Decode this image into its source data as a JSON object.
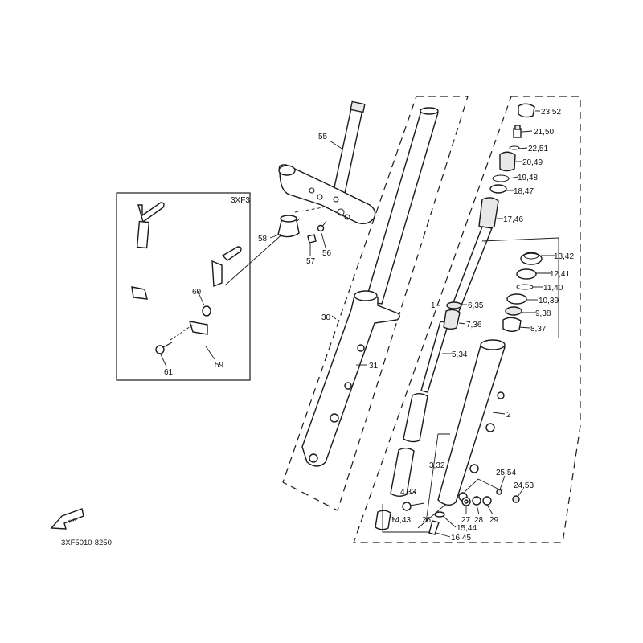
{
  "diagram": {
    "type": "exploded-parts-diagram",
    "subject": "front fork assembly",
    "inset_box_code": "3XF3",
    "drawing_code": "3XF5010-8250",
    "direction_arrow_label": "FWD",
    "callouts": [
      {
        "id": "c55",
        "label": "55"
      },
      {
        "id": "c58",
        "label": "58"
      },
      {
        "id": "c57",
        "label": "57"
      },
      {
        "id": "c56",
        "label": "56"
      },
      {
        "id": "c60",
        "label": "60"
      },
      {
        "id": "c59",
        "label": "59"
      },
      {
        "id": "c61",
        "label": "61"
      },
      {
        "id": "c30",
        "label": "30"
      },
      {
        "id": "c31",
        "label": "31"
      },
      {
        "id": "c1",
        "label": "1"
      },
      {
        "id": "c23",
        "label": "23,52"
      },
      {
        "id": "c21",
        "label": "21,50"
      },
      {
        "id": "c22",
        "label": "22,51"
      },
      {
        "id": "c20",
        "label": "20,49"
      },
      {
        "id": "c19",
        "label": "19,48"
      },
      {
        "id": "c18",
        "label": "18,47"
      },
      {
        "id": "c17",
        "label": "17,46"
      },
      {
        "id": "c13",
        "label": "13,42"
      },
      {
        "id": "c12",
        "label": "12,41"
      },
      {
        "id": "c11",
        "label": "11,40"
      },
      {
        "id": "c10",
        "label": "10,39"
      },
      {
        "id": "c9",
        "label": "9,38"
      },
      {
        "id": "c8",
        "label": "8,37"
      },
      {
        "id": "c6",
        "label": "6,35"
      },
      {
        "id": "c7",
        "label": "7,36"
      },
      {
        "id": "c5",
        "label": "5,34"
      },
      {
        "id": "c2",
        "label": "2"
      },
      {
        "id": "c3",
        "label": "3,32"
      },
      {
        "id": "c4",
        "label": "4,33"
      },
      {
        "id": "c14",
        "label": "14,43"
      },
      {
        "id": "c26",
        "label": "26"
      },
      {
        "id": "c15",
        "label": "15,44"
      },
      {
        "id": "c16",
        "label": "16,45"
      },
      {
        "id": "c27",
        "label": "27"
      },
      {
        "id": "c28",
        "label": "28"
      },
      {
        "id": "c29",
        "label": "29"
      },
      {
        "id": "c25",
        "label": "25,54"
      },
      {
        "id": "c24",
        "label": "24,53"
      }
    ]
  }
}
